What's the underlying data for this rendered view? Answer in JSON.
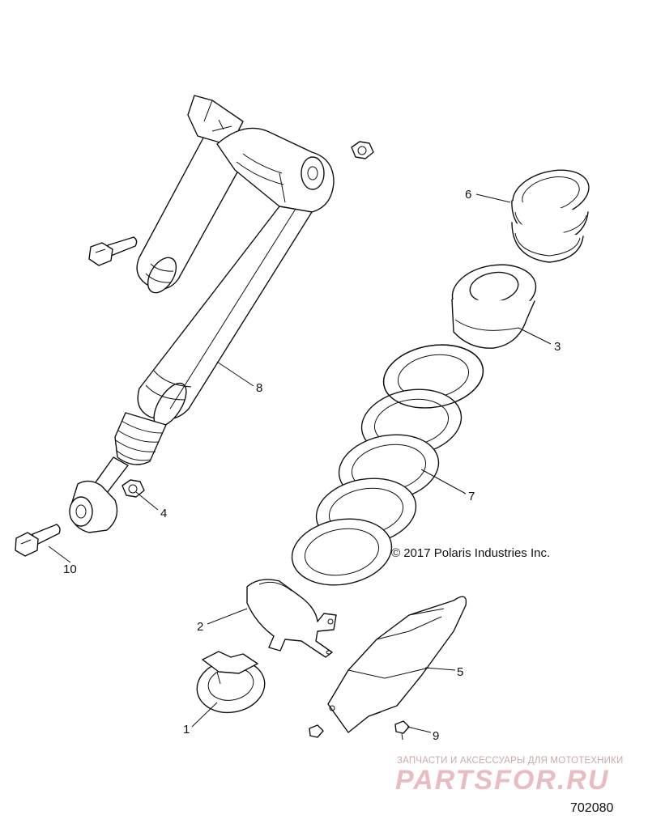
{
  "diagram": {
    "copyright": "© 2017 Polaris Industries Inc.",
    "diagram_number": "702080",
    "watermark": {
      "subtitle": "ЗАПЧАСТИ И АКСЕССУАРЫ ДЛЯ МОТОТЕХНИКИ",
      "logo_text": "PARTSFOR.RU"
    },
    "callouts": [
      {
        "id": "callout-1",
        "label": "1"
      },
      {
        "id": "callout-2",
        "label": "2"
      },
      {
        "id": "callout-3",
        "label": "3"
      },
      {
        "id": "callout-4",
        "label": "4"
      },
      {
        "id": "callout-5",
        "label": "5"
      },
      {
        "id": "callout-6",
        "label": "6"
      },
      {
        "id": "callout-7",
        "label": "7"
      },
      {
        "id": "callout-8",
        "label": "8"
      },
      {
        "id": "callout-9",
        "label": "9"
      },
      {
        "id": "callout-10",
        "label": "10"
      }
    ]
  }
}
